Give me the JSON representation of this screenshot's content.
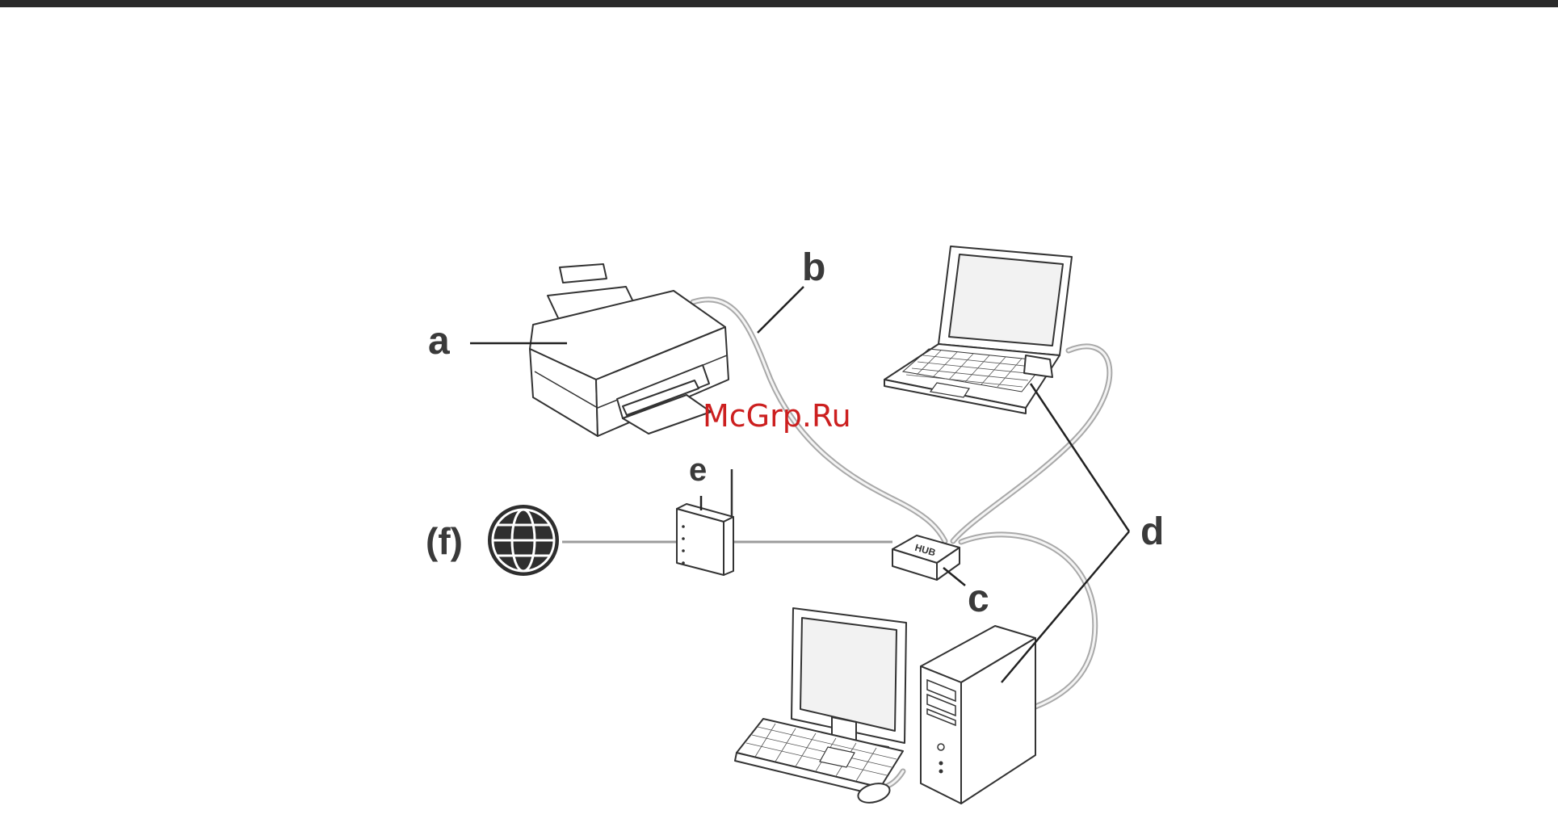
{
  "labels": {
    "printer": "a",
    "cable": "b",
    "hub": "c",
    "computers": "d",
    "router": "e",
    "internet": "(f)"
  },
  "hub_text": "HUB",
  "watermark": "McGrp.Ru",
  "icons": {
    "printer": "printer-icon",
    "laptop": "laptop-icon",
    "desktop": "desktop-computer-icon",
    "router": "router-icon",
    "hub": "hub-icon",
    "internet": "globe-icon"
  },
  "colors": {
    "top_rule": "#2a2a2a",
    "cable": "#a9a9a9",
    "watermark": "#cc1f1f"
  }
}
